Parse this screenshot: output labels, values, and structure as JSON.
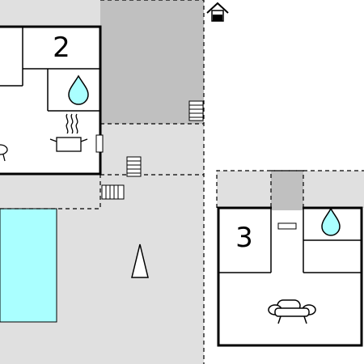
{
  "floor_plan": {
    "rooms": [
      {
        "id": "room-2",
        "label": "2"
      },
      {
        "id": "room-3",
        "label": "3"
      }
    ],
    "symbols": [
      "water-drop-icon",
      "cooking-pot-icon",
      "steam-icon",
      "armchair-icon",
      "stairs-icon",
      "house-icon",
      "compass-arrow-icon"
    ],
    "colors": {
      "terrace": "#e0e0e0",
      "covered_area": "#c0c0c0",
      "pool": "#aaffff",
      "water_drop": "#aaffff",
      "wall": "#000000"
    }
  }
}
